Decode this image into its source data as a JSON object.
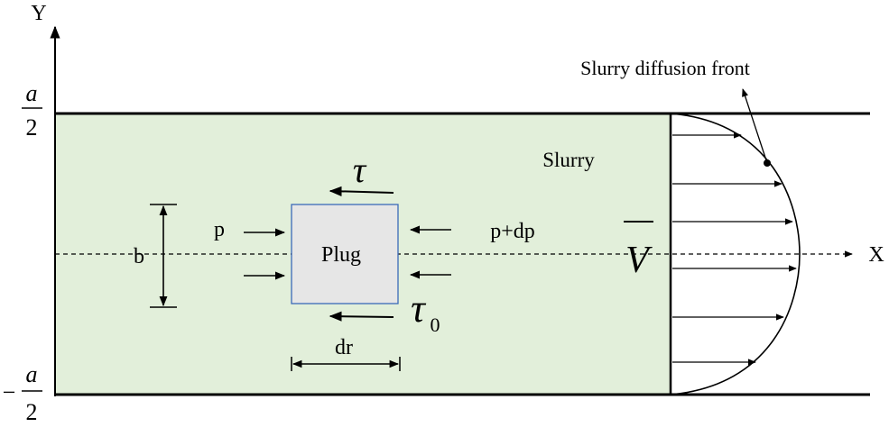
{
  "axes": {
    "y_label": "Y",
    "x_label": "X"
  },
  "y_ticks": {
    "top": {
      "numerator": "a",
      "denominator": "2"
    },
    "bottom": {
      "sign": "−",
      "numerator": "a",
      "denominator": "2"
    }
  },
  "labels": {
    "slurry": "Slurry",
    "front": "Slurry diffusion front",
    "plug": "Plug",
    "p": "p",
    "p_dp": "p+dp",
    "tau": "τ",
    "tau0_symbol": "τ",
    "tau0_subscript": "0",
    "b": "b",
    "dr": "dr",
    "v_bar": "V"
  },
  "colors": {
    "slurry_fill": "#e2efda",
    "plug_fill": "#e6e6e6",
    "plug_border": "#3b6ab8",
    "line": "#000000"
  }
}
